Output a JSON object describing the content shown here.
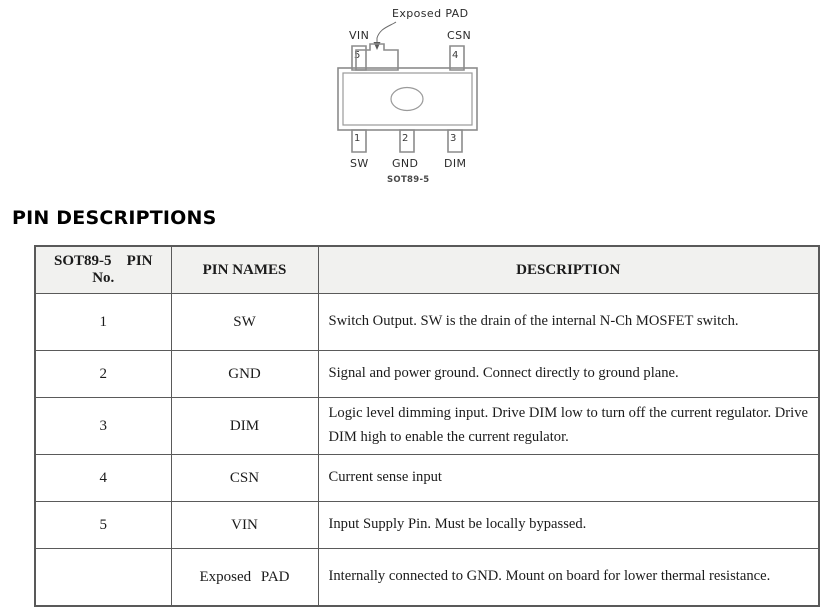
{
  "diagram": {
    "exposed_pad_label": "Exposed PAD",
    "top_left_pin_label": "VIN",
    "top_right_pin_label": "CSN",
    "bottom_pin_labels": [
      "SW",
      "GND",
      "DIM"
    ],
    "top_pin_numbers": [
      "5",
      "4"
    ],
    "bottom_pin_numbers": [
      "1",
      "2",
      "3"
    ],
    "caption": "SOT89-5",
    "line_color": "#8c8c8c",
    "label_color": "#2b2b2b"
  },
  "section": {
    "heading": "PIN DESCRIPTIONS"
  },
  "table": {
    "headers": {
      "pin_no_line1": "SOT89-5   PIN",
      "pin_no_line2": "No.",
      "pin_names": "PIN NAMES",
      "description": "DESCRIPTION"
    },
    "header_bg": "#f1f1ef",
    "border_color": "#5a5a5a",
    "rows": [
      {
        "no": "1",
        "name": "SW",
        "desc": "Switch Output. SW is the drain of the internal N-Ch MOSFET switch."
      },
      {
        "no": "2",
        "name": "GND",
        "desc": "Signal and power ground. Connect directly to ground plane."
      },
      {
        "no": "3",
        "name": "DIM",
        "desc": "Logic level dimming input. Drive DIM low to turn off the current regulator. Drive DIM high to enable the current regulator."
      },
      {
        "no": "4",
        "name": "CSN",
        "desc": "Current sense input"
      },
      {
        "no": "5",
        "name": "VIN",
        "desc": "Input Supply Pin. Must be locally bypassed."
      },
      {
        "no": "",
        "name": "Exposed   PAD",
        "desc": "Internally connected to GND. Mount on board for lower thermal resistance."
      }
    ]
  }
}
